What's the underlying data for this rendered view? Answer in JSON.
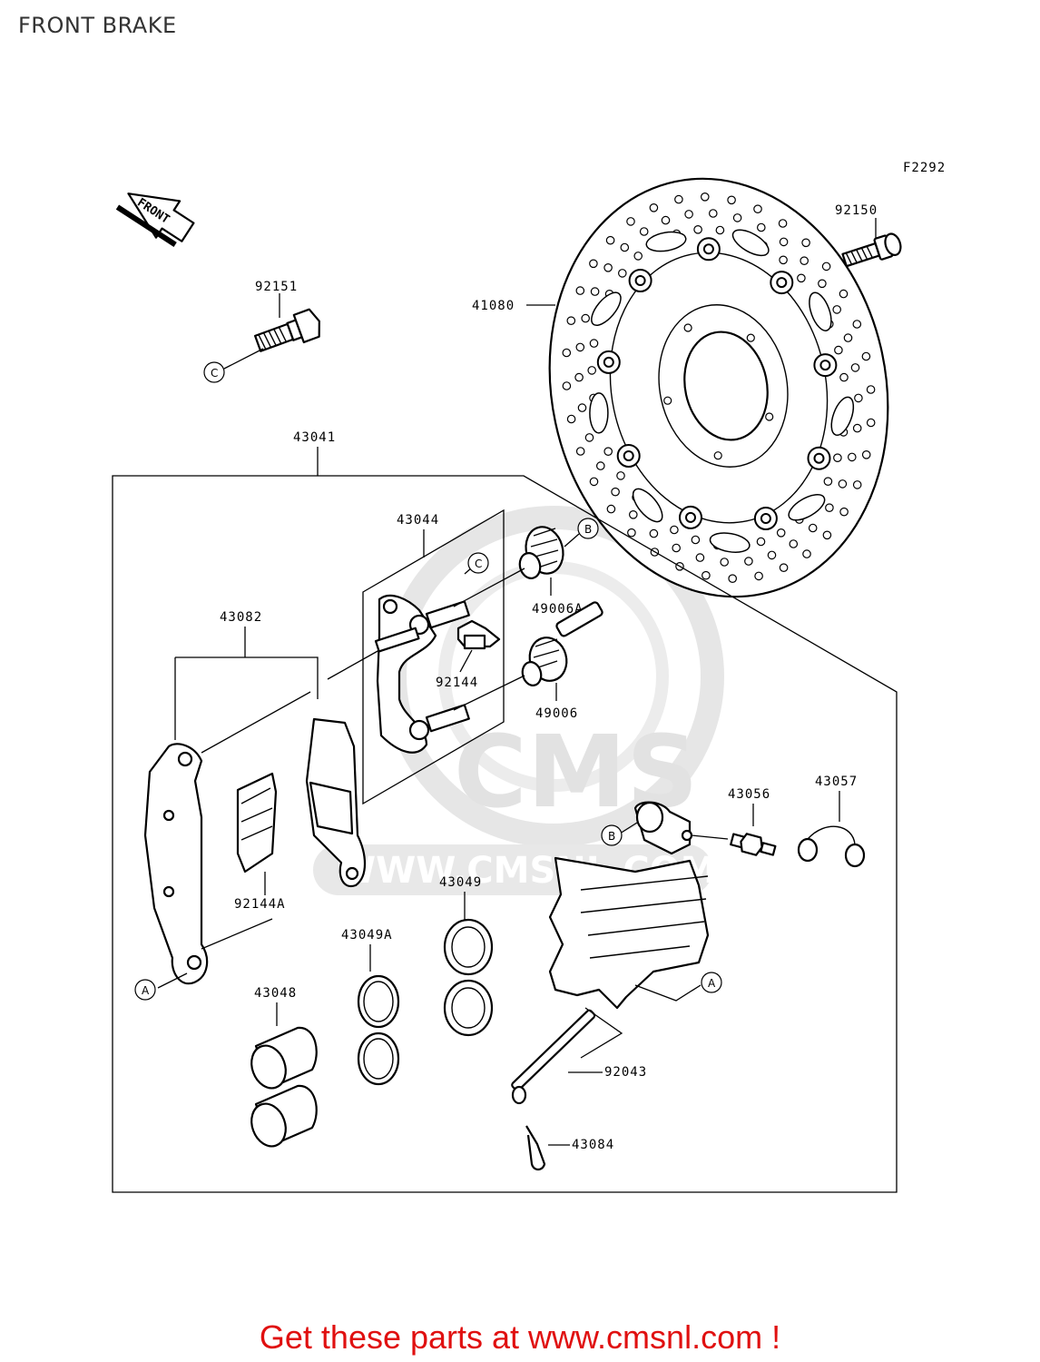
{
  "page": {
    "title": "FRONT BRAKE",
    "figure_code": "F2292",
    "direction_arrow": "FRONT",
    "call_to_action": "Get these parts at www.cmsnl.com !",
    "watermark": {
      "logo": "CMS",
      "url": "WWW.CMSNL.COM"
    }
  },
  "parts": {
    "p92150": "92150",
    "p41080": "41080",
    "p92151": "92151",
    "p43041": "43041",
    "p43044": "43044",
    "p49006A": "49006A",
    "p92144": "92144",
    "p49006": "49006",
    "p43082": "43082",
    "p92144A": "92144A",
    "p43049": "43049",
    "p43049A": "43049A",
    "p43048": "43048",
    "p43056": "43056",
    "p43057": "43057",
    "p92043": "92043",
    "p43084": "43084"
  },
  "reference_marks": {
    "a": "A",
    "b": "B",
    "c": "C"
  },
  "colors": {
    "line": "#000000",
    "watermark": "#e2e2e2",
    "cta": "#e01010",
    "title": "#333333"
  }
}
